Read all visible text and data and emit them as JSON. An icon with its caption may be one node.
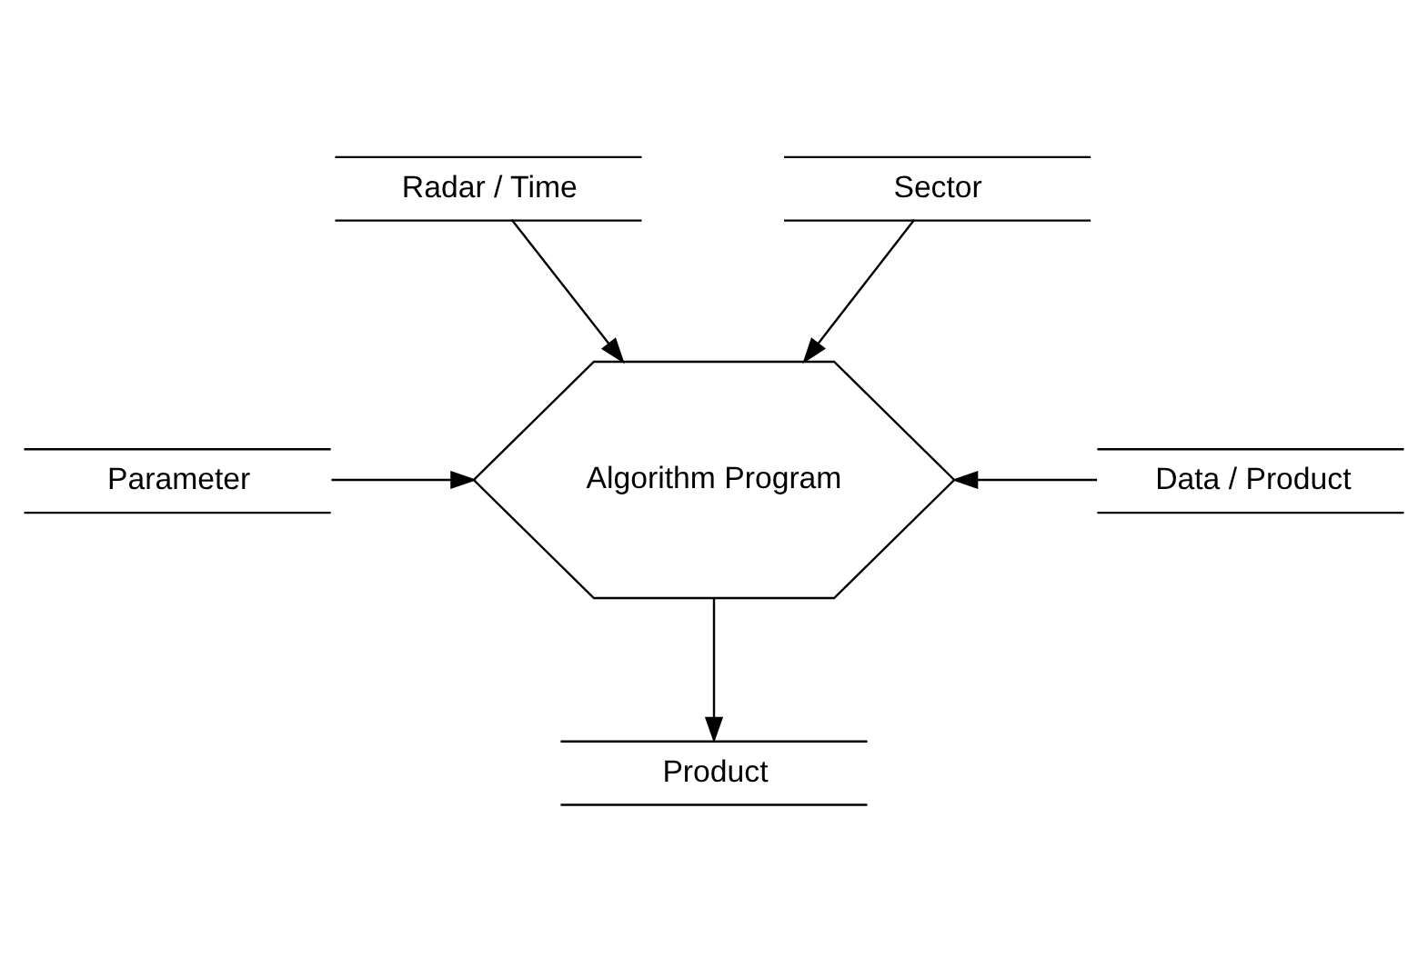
{
  "diagram": {
    "nodes": [
      {
        "text": [
          "Radar / Time"
        ]
      },
      {
        "text": [
          "Sector"
        ]
      },
      {
        "text": [
          "Algorithm Program"
        ]
      },
      {
        "text": [
          "Parameter"
        ]
      },
      {
        "text": [
          "Data / Product"
        ]
      },
      {
        "text": [
          "Product"
        ]
      }
    ],
    "edges": [
      {
        "from": 0,
        "to": 2,
        "arrow": "to"
      },
      {
        "from": 1,
        "to": 2,
        "arrow": "to"
      },
      {
        "from": 3,
        "to": 2,
        "arrow": "to"
      },
      {
        "from": 4,
        "to": 2,
        "arrow": "to"
      },
      {
        "from": 2,
        "to": 5,
        "arrow": "to"
      }
    ]
  }
}
